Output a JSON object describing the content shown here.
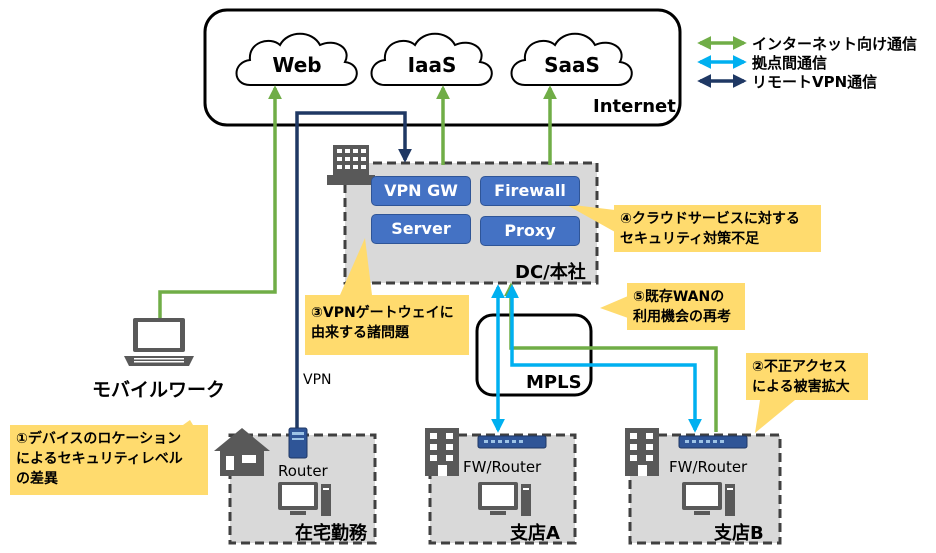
{
  "legend": {
    "internet": {
      "label": "インターネット向け通信",
      "color": "#70ad47"
    },
    "site": {
      "label": "拠点間通信",
      "color": "#00b0f0"
    },
    "vpn": {
      "label": "リモートVPN通信",
      "color": "#1f3864"
    }
  },
  "internet": {
    "label": "Internet",
    "clouds": [
      "Web",
      "IaaS",
      "SaaS"
    ]
  },
  "dc": {
    "label": "DC/本社",
    "components": [
      "VPN GW",
      "Firewall",
      "Server",
      "Proxy"
    ]
  },
  "mpls": {
    "label": "MPLS"
  },
  "mobile": {
    "label": "モバイルワーク"
  },
  "vpn_link_label": "VPN",
  "sites": {
    "home": {
      "label": "在宅勤務",
      "device": "Router"
    },
    "branch_a": {
      "label": "支店A",
      "device": "FW/Router"
    },
    "branch_b": {
      "label": "支店B",
      "device": "FW/Router"
    }
  },
  "callouts": {
    "c1": [
      "①デバイスのロケーション",
      "によるセキュリティレベル",
      "の差異"
    ],
    "c2": [
      "②不正アクセス",
      "による被害拡大"
    ],
    "c3": [
      "③VPNゲートウェイに",
      "由来する諸問題"
    ],
    "c4": [
      "④クラウドサービスに対する",
      "セキュリティ対策不足"
    ],
    "c5": [
      "⑤既存WANの",
      "利用機会の再考"
    ]
  }
}
